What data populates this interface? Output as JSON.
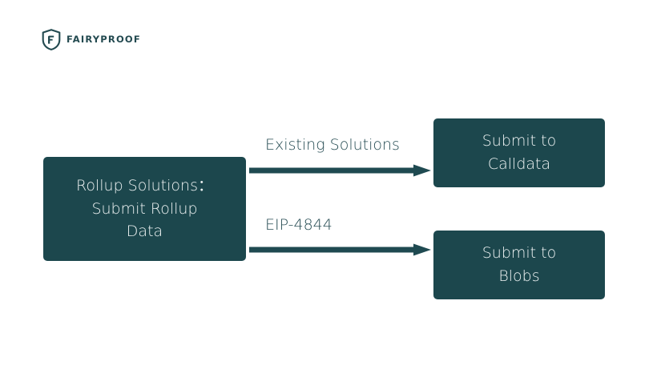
{
  "brand": {
    "logo_icon": "fairyproof-shield-f-icon",
    "name": "FAIRYPROOF"
  },
  "colors": {
    "node_fill": "#1c474d",
    "node_text": "#eef3f3",
    "arrow": "#1f4a51",
    "label_text": "#254b52",
    "background": "#ffffff"
  },
  "diagram": {
    "source_node": {
      "label": "Rollup Solutions：\nSubmit Rollup\nData"
    },
    "edges": [
      {
        "label": "Existing Solutions",
        "icon": "arrow-right-icon"
      },
      {
        "label": "EIP-4844",
        "icon": "arrow-right-icon"
      }
    ],
    "target_nodes": [
      {
        "label": "Submit to\nCalldata"
      },
      {
        "label": "Submit to\nBlobs"
      }
    ]
  }
}
